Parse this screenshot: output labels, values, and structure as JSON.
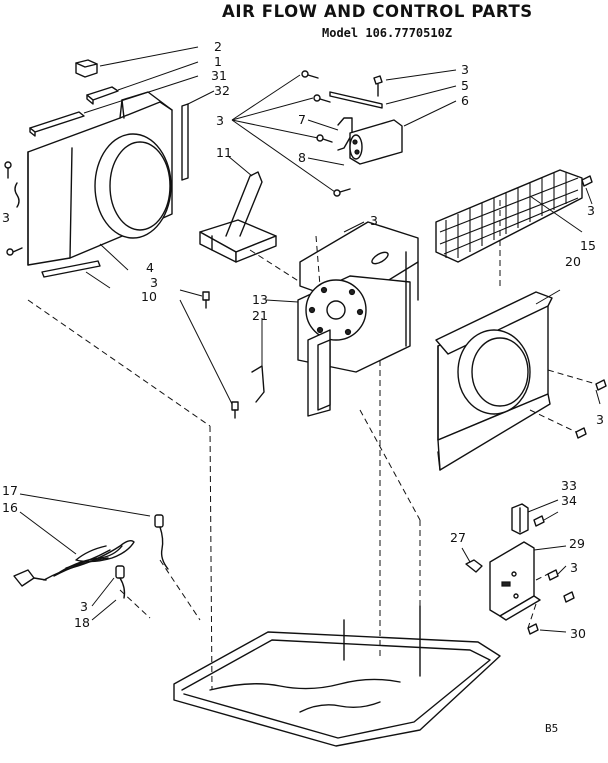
{
  "header": {
    "title": "AIR FLOW AND CONTROL PARTS",
    "model": "Model 106.7770510Z"
  },
  "callouts": {
    "c2": "2",
    "c1": "1",
    "c31": "31",
    "c32": "32",
    "c3_left_a": "3",
    "c3_mid_a": "3",
    "c11": "11",
    "c4": "4",
    "c3_left_b": "3",
    "c10": "10",
    "c3_upper_right": "3",
    "c5": "5",
    "c6": "6",
    "c7": "7",
    "c8": "8",
    "c3_center": "3",
    "c13": "13",
    "c21": "21",
    "c3_right_top": "3",
    "c15": "15",
    "c20": "20",
    "c3_right_mid": "3",
    "c17": "17",
    "c16": "16",
    "c3_cord": "3",
    "c18": "18",
    "c33": "33",
    "c34": "34",
    "c27": "27",
    "c29": "29",
    "c3_bracket": "3",
    "c30": "30"
  },
  "footer": {
    "page_id": "B5"
  }
}
